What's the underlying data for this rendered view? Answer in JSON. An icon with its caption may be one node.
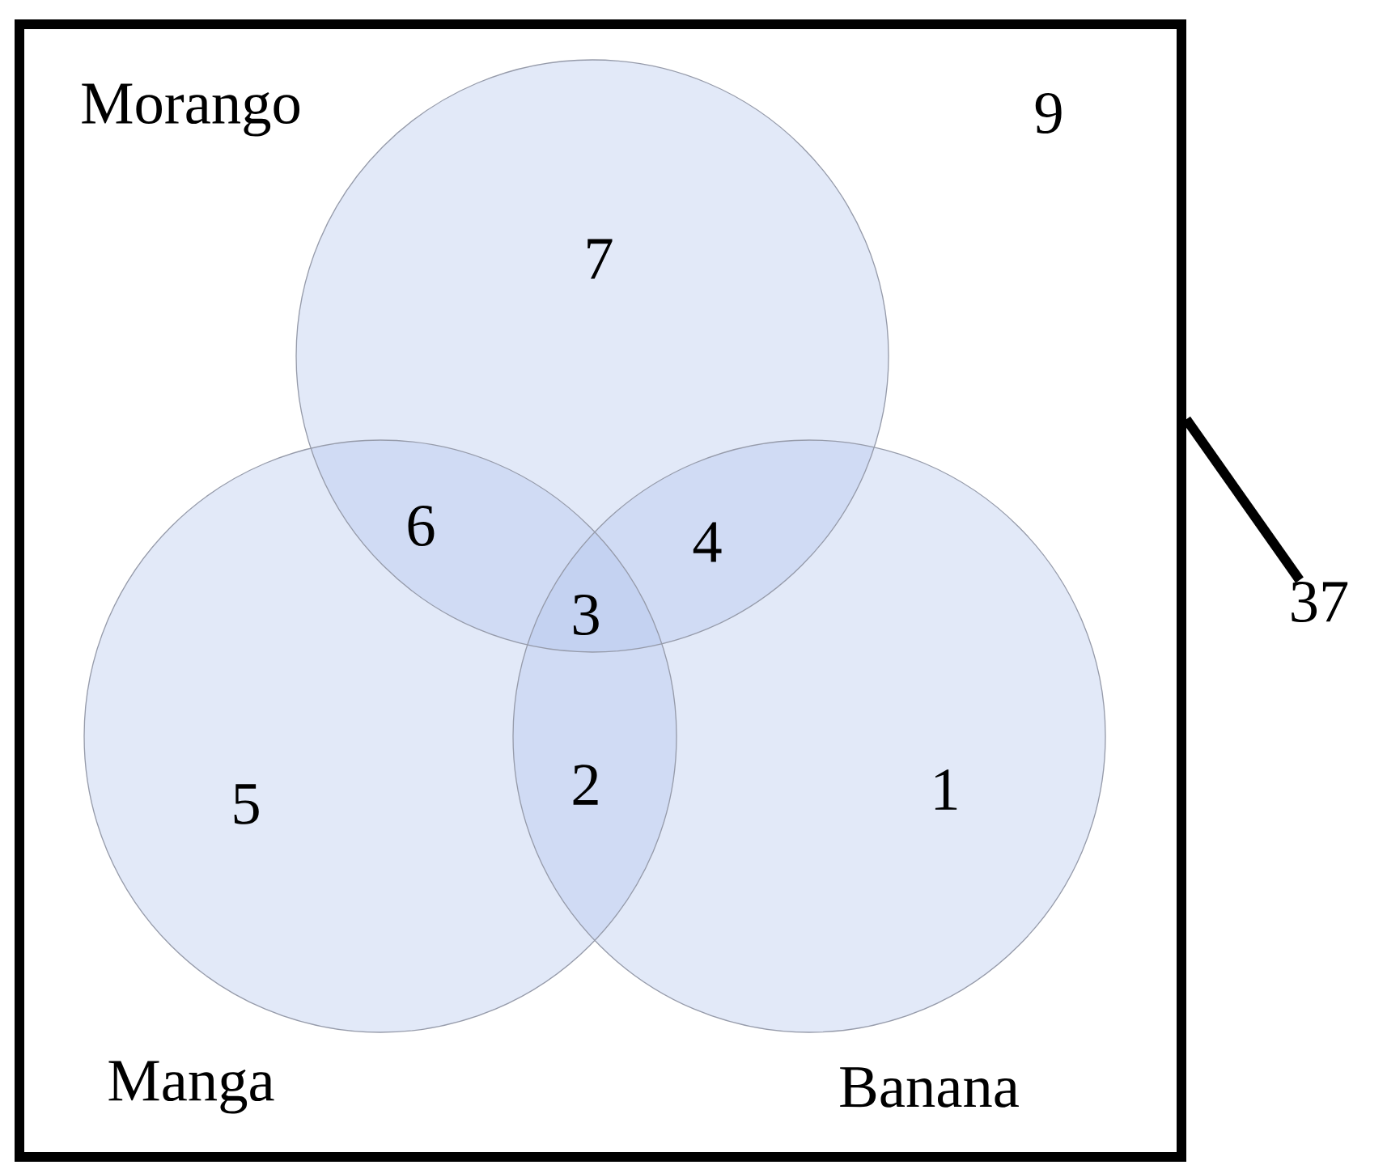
{
  "diagram": {
    "nodes": [
      {
        "text": [],
        "shape": "box"
      },
      {
        "text": [],
        "shape": "circle",
        "in": 0,
        "beside": [
          "Morango"
        ]
      },
      {
        "text": [],
        "shape": "circle",
        "in": 0,
        "beside": [
          "Manga"
        ]
      },
      {
        "text": [],
        "shape": "circle",
        "in": 0,
        "beside": [
          "Banana"
        ]
      },
      {
        "text": [
          "37"
        ]
      }
    ],
    "edges": [
      {
        "from": 4,
        "to": 0,
        "arrow": "none"
      }
    ],
    "labels": [
      "9",
      "7",
      "6",
      "4",
      "3",
      "5",
      "2",
      "1"
    ]
  }
}
